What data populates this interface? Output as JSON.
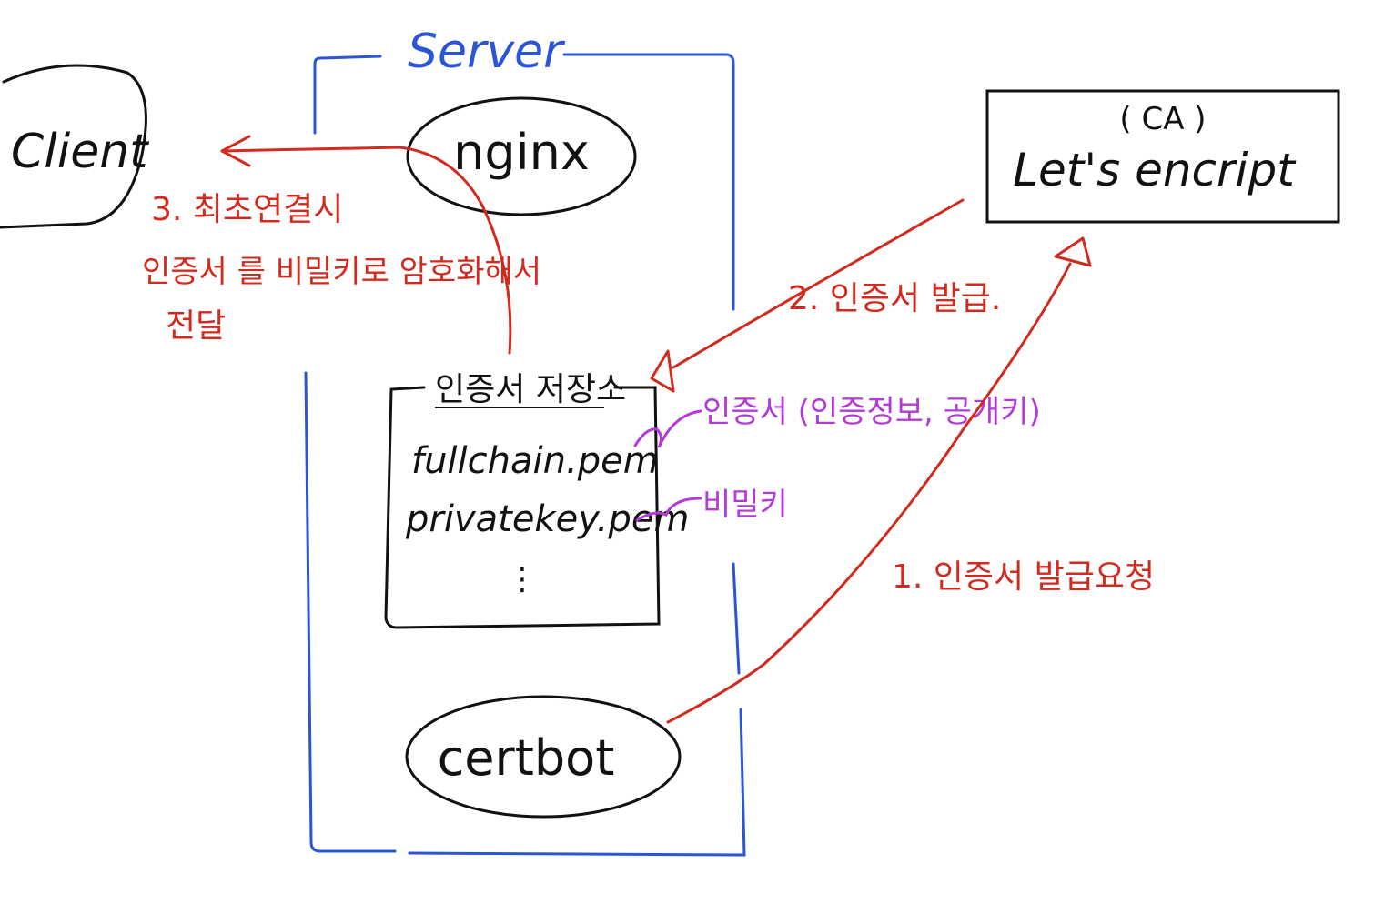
{
  "server": {
    "label": "Server"
  },
  "client": {
    "label": "Client"
  },
  "nginx": {
    "label": "nginx"
  },
  "certbot": {
    "label": "certbot"
  },
  "ca": {
    "tag": "( CA )",
    "label": "Let's encript"
  },
  "store": {
    "title": "인증서 저장소",
    "files": [
      "fullchain.pem",
      "privatekey.pem"
    ],
    "more": "⋮"
  },
  "annotations": {
    "cert_desc": "인증서 (인증정보, 공개키)",
    "key_desc": "비밀키"
  },
  "steps": {
    "step1": "1. 인증서 발급요청",
    "step2": "2. 인증서 발급.",
    "step3_line1": "3. 최초연결시",
    "step3_line2": "인증서 를 비밀키로 암호화해서",
    "step3_line3": "전달"
  },
  "colors": {
    "ink": "#111111",
    "server": "#2a56d6",
    "flow": "#d12b1f",
    "note": "#b23ad6"
  }
}
